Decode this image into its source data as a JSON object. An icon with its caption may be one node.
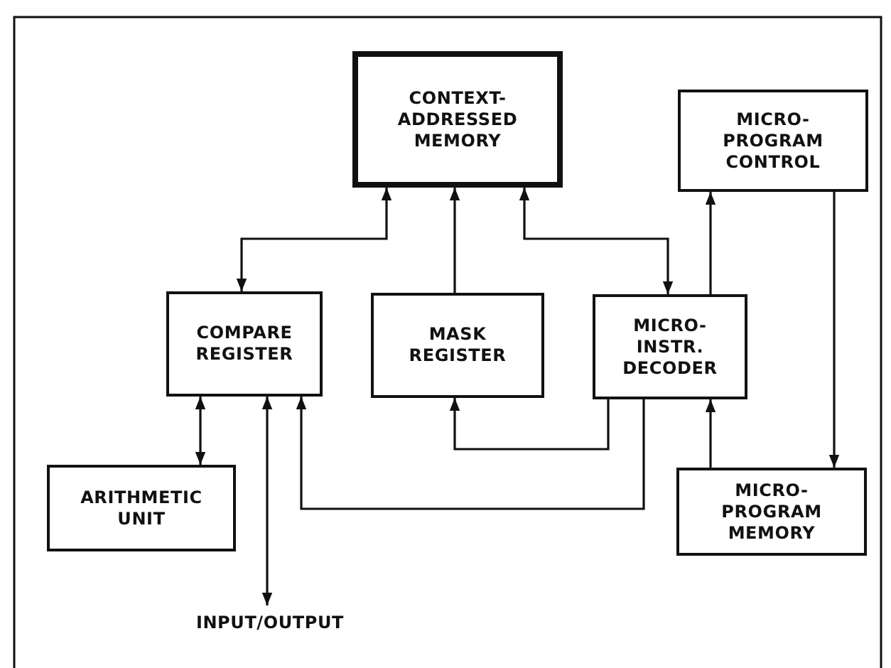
{
  "diagram": {
    "nodes": [
      {
        "text": [
          "CONTEXT- ADDRESSED MEMORY"
        ]
      },
      {
        "text": [
          "MICRO- PROGRAM CONTROL"
        ]
      },
      {
        "text": [
          "COMPARE REGISTER"
        ]
      },
      {
        "text": [
          "MASK REGISTER"
        ]
      },
      {
        "text": [
          "MICRO- INSTR. DECODER"
        ]
      },
      {
        "text": [
          "ARITHMETIC UNIT"
        ]
      },
      {
        "text": [
          "MICRO- PROGRAM MEMORY"
        ]
      },
      {
        "text": [
          "INPUT/OUTPUT"
        ]
      }
    ],
    "edges": [
      {
        "from": 0,
        "to": 2,
        "arrow": "both"
      },
      {
        "from": 3,
        "to": 0,
        "arrow": "to"
      },
      {
        "from": 0,
        "to": 4,
        "arrow": "both"
      },
      {
        "from": 4,
        "to": 1,
        "arrow": "to"
      },
      {
        "from": 1,
        "to": 6,
        "arrow": "to"
      },
      {
        "from": 2,
        "to": 5,
        "arrow": "both"
      },
      {
        "from": 2,
        "to": 7,
        "arrow": "both"
      },
      {
        "from": 4,
        "to": 2,
        "arrow": "to"
      },
      {
        "from": 4,
        "to": 3,
        "arrow": "to"
      },
      {
        "from": 6,
        "to": 4,
        "arrow": "to"
      }
    ]
  }
}
